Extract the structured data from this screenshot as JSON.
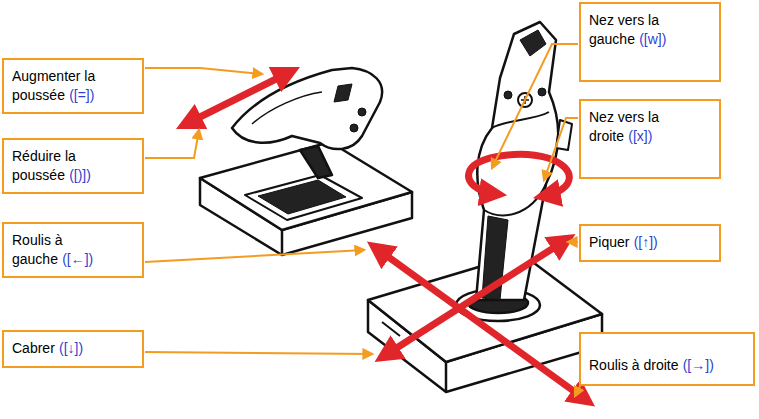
{
  "diagram": {
    "nodes": [
      {
        "text": [
          "Augmenter la poussée",
          "([=])"
        ]
      },
      {
        "text": [
          "Réduire la poussée",
          "([)])"
        ]
      },
      {
        "text": [
          "Roulis à gauche",
          "([←])"
        ]
      },
      {
        "text": [
          "Cabrer",
          "([↓])"
        ]
      },
      {
        "text": [
          "Nez vers la gauche",
          "([w])"
        ]
      },
      {
        "text": [
          "Nez vers la droite",
          "([x])"
        ]
      },
      {
        "text": [
          "Piquer",
          "([↑])"
        ]
      },
      {
        "text": [
          "Roulis à droite",
          "([→])"
        ]
      }
    ]
  }
}
